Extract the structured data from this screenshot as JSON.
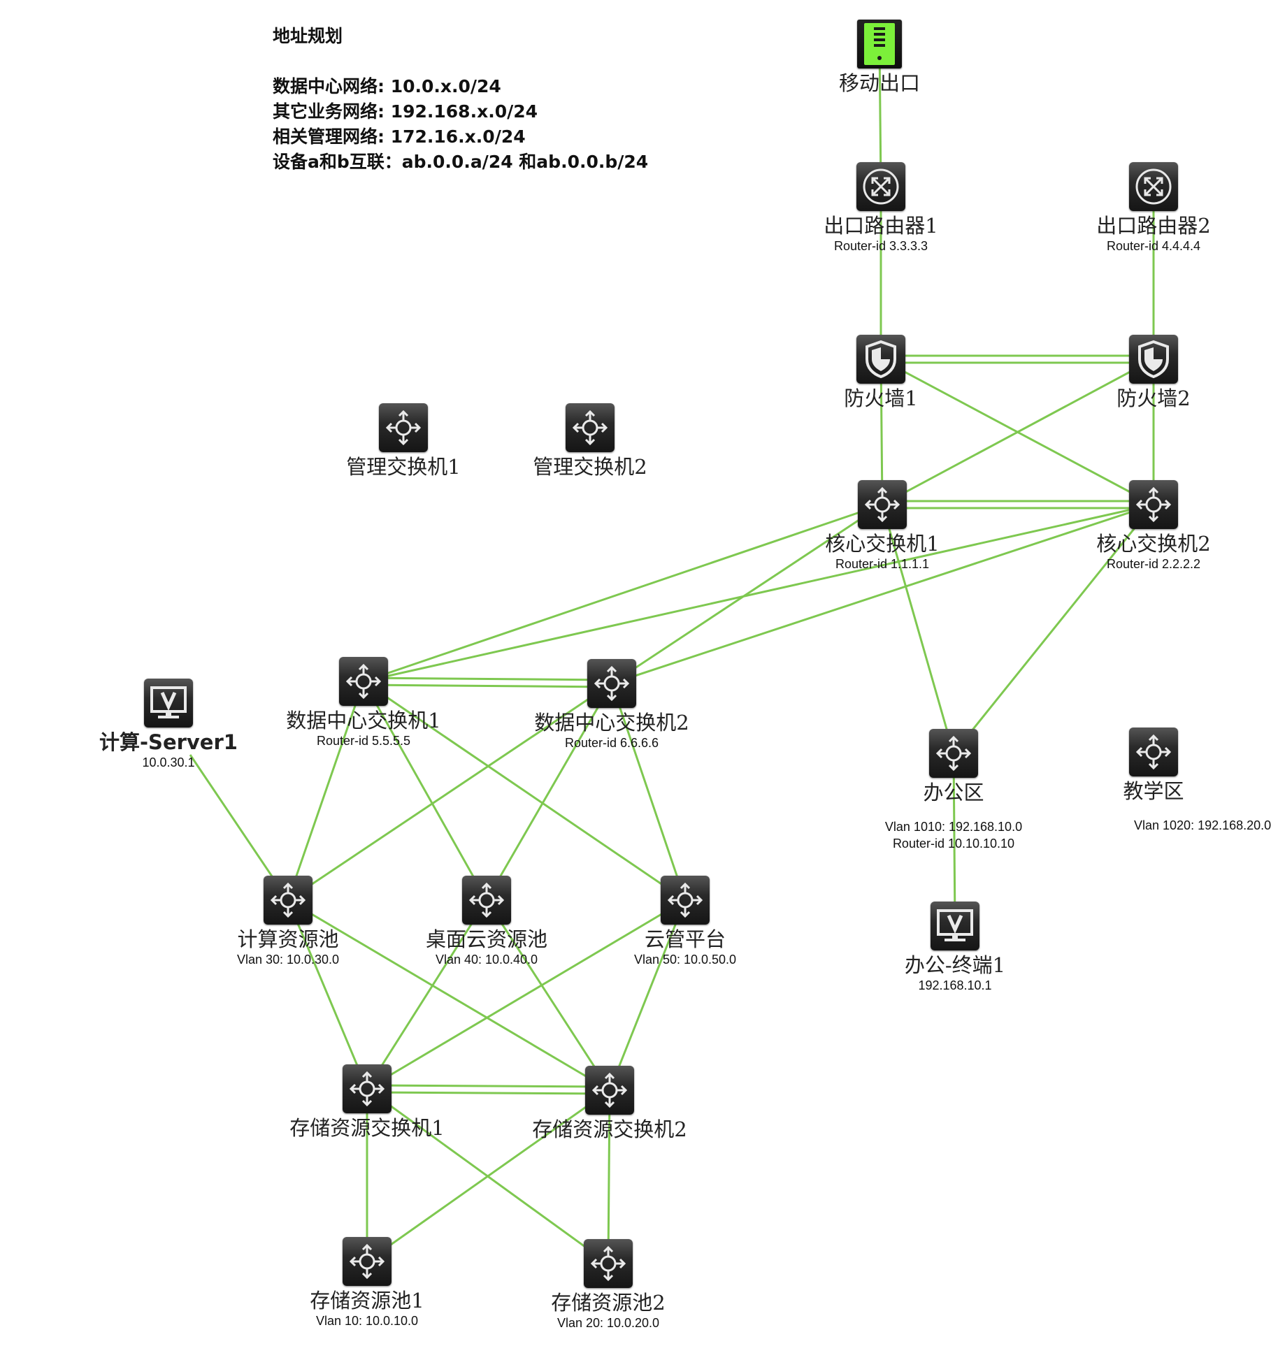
{
  "address_plan": {
    "title": "地址规划",
    "lines": [
      "数据中心网络: 10.0.x.0/24",
      "其它业务网络: 192.168.x.0/24",
      "相关管理网络: 172.16.x.0/24",
      "设备a和b互联：ab.0.0.a/24 和ab.0.0.b/24"
    ]
  },
  "nodes": {
    "mobile_exit": {
      "name": "移动出口",
      "icon": "server-icon"
    },
    "router1": {
      "name": "出口路由器1",
      "sub": "Router-id 3.3.3.3",
      "icon": "router-icon"
    },
    "router2": {
      "name": "出口路由器2",
      "sub": "Router-id 4.4.4.4",
      "icon": "router-icon"
    },
    "firewall1": {
      "name": "防火墙1",
      "icon": "firewall-icon"
    },
    "firewall2": {
      "name": "防火墙2",
      "icon": "firewall-icon"
    },
    "mgmt_switch1": {
      "name": "管理交换机1",
      "icon": "switch-icon"
    },
    "mgmt_switch2": {
      "name": "管理交换机2",
      "icon": "switch-icon"
    },
    "core_switch1": {
      "name": "核心交换机1",
      "sub": "Router-id 1.1.1.1",
      "icon": "switch-icon"
    },
    "core_switch2": {
      "name": "核心交换机2",
      "sub": "Router-id 2.2.2.2",
      "icon": "switch-icon"
    },
    "dc_switch1": {
      "name": "数据中心交换机1",
      "sub": "Router-id 5.5.5.5",
      "icon": "switch-icon"
    },
    "dc_switch2": {
      "name": "数据中心交换机2",
      "sub": "Router-id 6.6.6.6",
      "icon": "switch-icon"
    },
    "compute_server1": {
      "name": "计算-Server1",
      "sub": "10.0.30.1",
      "icon": "monitor-icon"
    },
    "office": {
      "name": "办公区",
      "sub": "Vlan 1010: 192.168.10.0",
      "sub2": "Router-id 10.10.10.10",
      "icon": "switch-icon"
    },
    "teaching": {
      "name": "教学区",
      "sub": "Vlan 1020: 192.168.20.0",
      "icon": "switch-icon"
    },
    "office_terminal1": {
      "name": "办公-终端1",
      "sub": "192.168.10.1",
      "icon": "monitor-icon"
    },
    "compute_pool": {
      "name": "计算资源池",
      "sub": "Vlan 30: 10.0.30.0",
      "icon": "switch-icon"
    },
    "desktop_pool": {
      "name": "桌面云资源池",
      "sub": "Vlan 40: 10.0.40.0",
      "icon": "switch-icon"
    },
    "cloud_mgmt": {
      "name": "云管平台",
      "sub": "Vlan 50: 10.0.50.0",
      "icon": "switch-icon"
    },
    "storage_switch1": {
      "name": "存储资源交换机1",
      "icon": "switch-icon"
    },
    "storage_switch2": {
      "name": "存储资源交换机2",
      "icon": "switch-icon"
    },
    "storage_pool1": {
      "name": "存储资源池1",
      "sub": "Vlan 10: 10.0.10.0",
      "icon": "switch-icon"
    },
    "storage_pool2": {
      "name": "存储资源池2",
      "sub": "Vlan 20: 10.0.20.0",
      "icon": "switch-icon"
    }
  },
  "colors": {
    "link": "#7ec850",
    "device": "#1e1e1e",
    "server_accent": "#7cf03a"
  }
}
